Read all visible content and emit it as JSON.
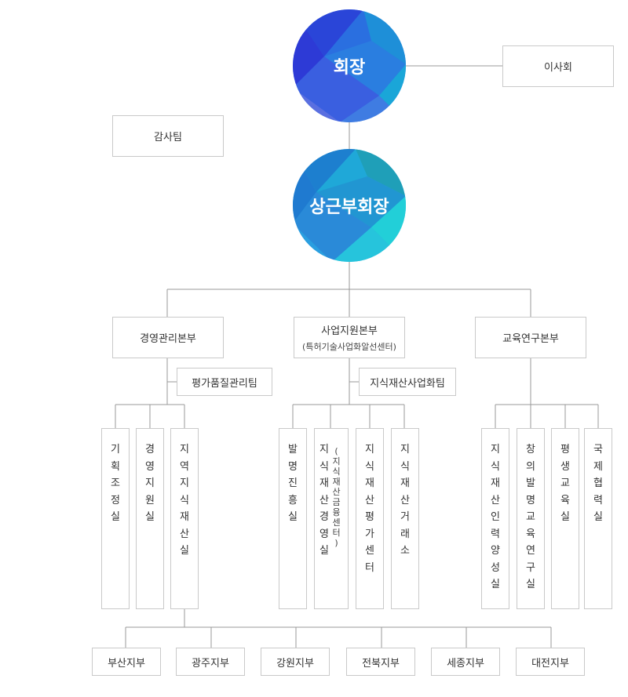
{
  "chairman": {
    "label": "회장",
    "color_a": "#2d3fd8",
    "color_b": "#1f9fd6"
  },
  "vice_chairman": {
    "label": "상근부회장",
    "color_a": "#1d86d0",
    "color_b": "#22d0d6"
  },
  "board": {
    "label": "이사회"
  },
  "audit": {
    "label": "감사팀"
  },
  "divisions": [
    {
      "label": "경영관리본부"
    },
    {
      "label": "사업지원본부",
      "sub": "(특허기술사업화알선센터)"
    },
    {
      "label": "교육연구본부"
    }
  ],
  "teams": {
    "quality": "평가품질관리팀",
    "ip_business": "지식재산사업화팀"
  },
  "offices": [
    {
      "label": "기획조정실"
    },
    {
      "label": "경영지원실"
    },
    {
      "label": "지역지식재산실"
    },
    {
      "label": "발명진흥실"
    },
    {
      "label": "지식재산경영실",
      "note": "(지식재산금융센터)"
    },
    {
      "label": "지식재산평가센터"
    },
    {
      "label": "지식재산거래소"
    },
    {
      "label": "지식재산인력양성실"
    },
    {
      "label": "창의발명교육연구실"
    },
    {
      "label": "평생교육실"
    },
    {
      "label": "국제협력실"
    }
  ],
  "branches": [
    {
      "label": "부산지부"
    },
    {
      "label": "광주지부"
    },
    {
      "label": "강원지부"
    },
    {
      "label": "전북지부"
    },
    {
      "label": "세종지부"
    },
    {
      "label": "대전지부"
    }
  ],
  "colors": {
    "line": "#999999",
    "border": "#c9c9c9"
  }
}
